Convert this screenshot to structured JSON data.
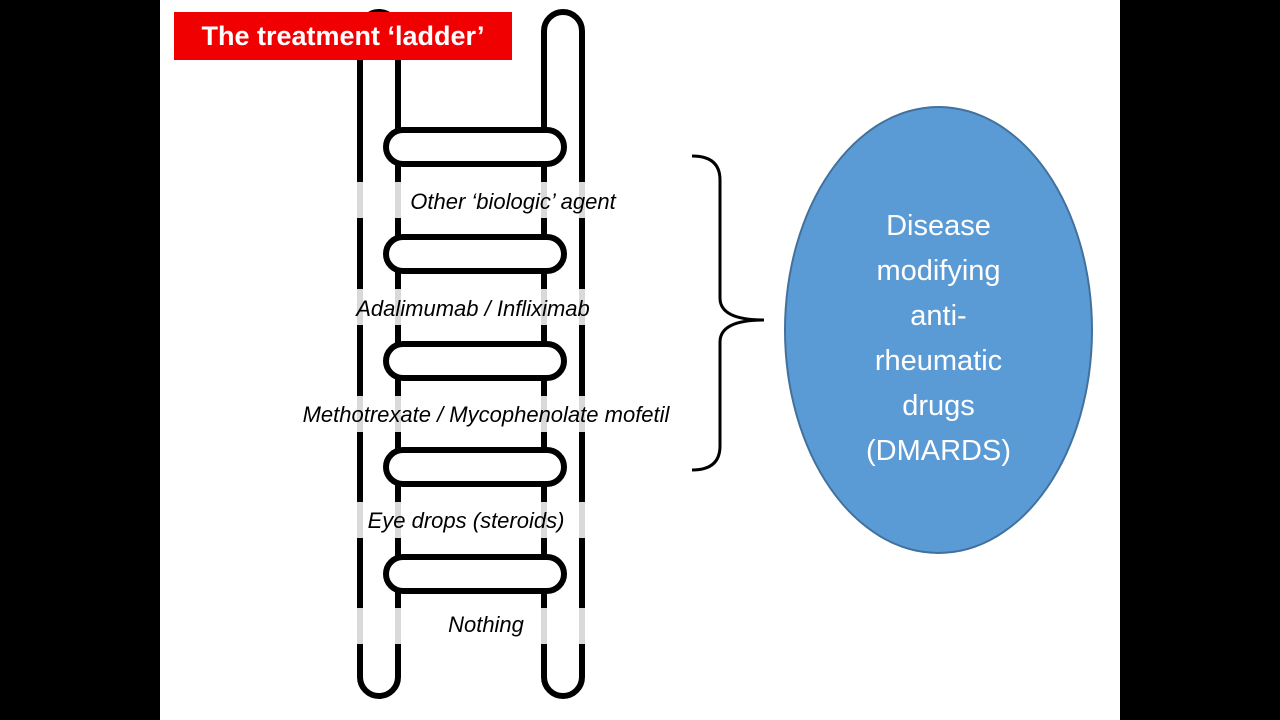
{
  "title": "The treatment ‘ladder’",
  "steps": [
    "Other ‘biologic’ agent",
    "Adalimumab / Infliximab",
    "Methotrexate / Mycophenolate mofetil",
    "Eye drops (steroids)",
    "Nothing"
  ],
  "oval": {
    "lines": [
      "Disease",
      "modifying",
      "anti-",
      "rheumatic",
      "drugs",
      "(DMARDS)"
    ]
  },
  "colors": {
    "title_bg": "#f00000",
    "oval_fill": "#5b9bd5",
    "oval_border": "#41719c"
  }
}
